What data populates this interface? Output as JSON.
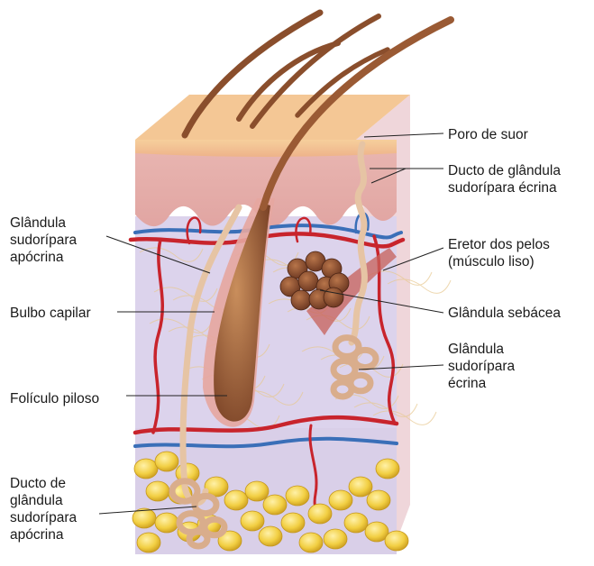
{
  "diagram": {
    "labels": {
      "poro_de_suor": "Poro de suor",
      "ducto_glandula_ecrina": "Ducto de glândula\nsudorípara écrina",
      "eretor_dos_pelos": "Eretor dos pelos\n(músculo liso)",
      "glandula_sebacea": "Glândula sebácea",
      "glandula_sudoripara_ecrina": "Glândula\nsudorípara\nécrina",
      "glandula_sudoripara_apocrina": "Glândula\nsudorípara\napócrina",
      "bulbo_capilar": "Bulbo capilar",
      "foliculo_piloso": "Folículo piloso",
      "ducto_glandula_apocrina": "Ducto de\nglândula\nsudorípara\napócrina"
    },
    "colors": {
      "epidermis_top": "#f2c08e",
      "epidermis": "#e8a8a0",
      "dermis": "#dcd0ea",
      "hypodermis": "#d8cce6",
      "artery": "#c8242c",
      "vein": "#3a6fb8",
      "hair": "#a8643a",
      "fat": "#f1d04a",
      "sebaceous": "#8a5030",
      "muscle": "#c7605a",
      "leader_line": "#222222"
    },
    "icons": {
      "hair_shafts": "hair-icon",
      "fat_cells": "fat-cell-icon"
    }
  }
}
